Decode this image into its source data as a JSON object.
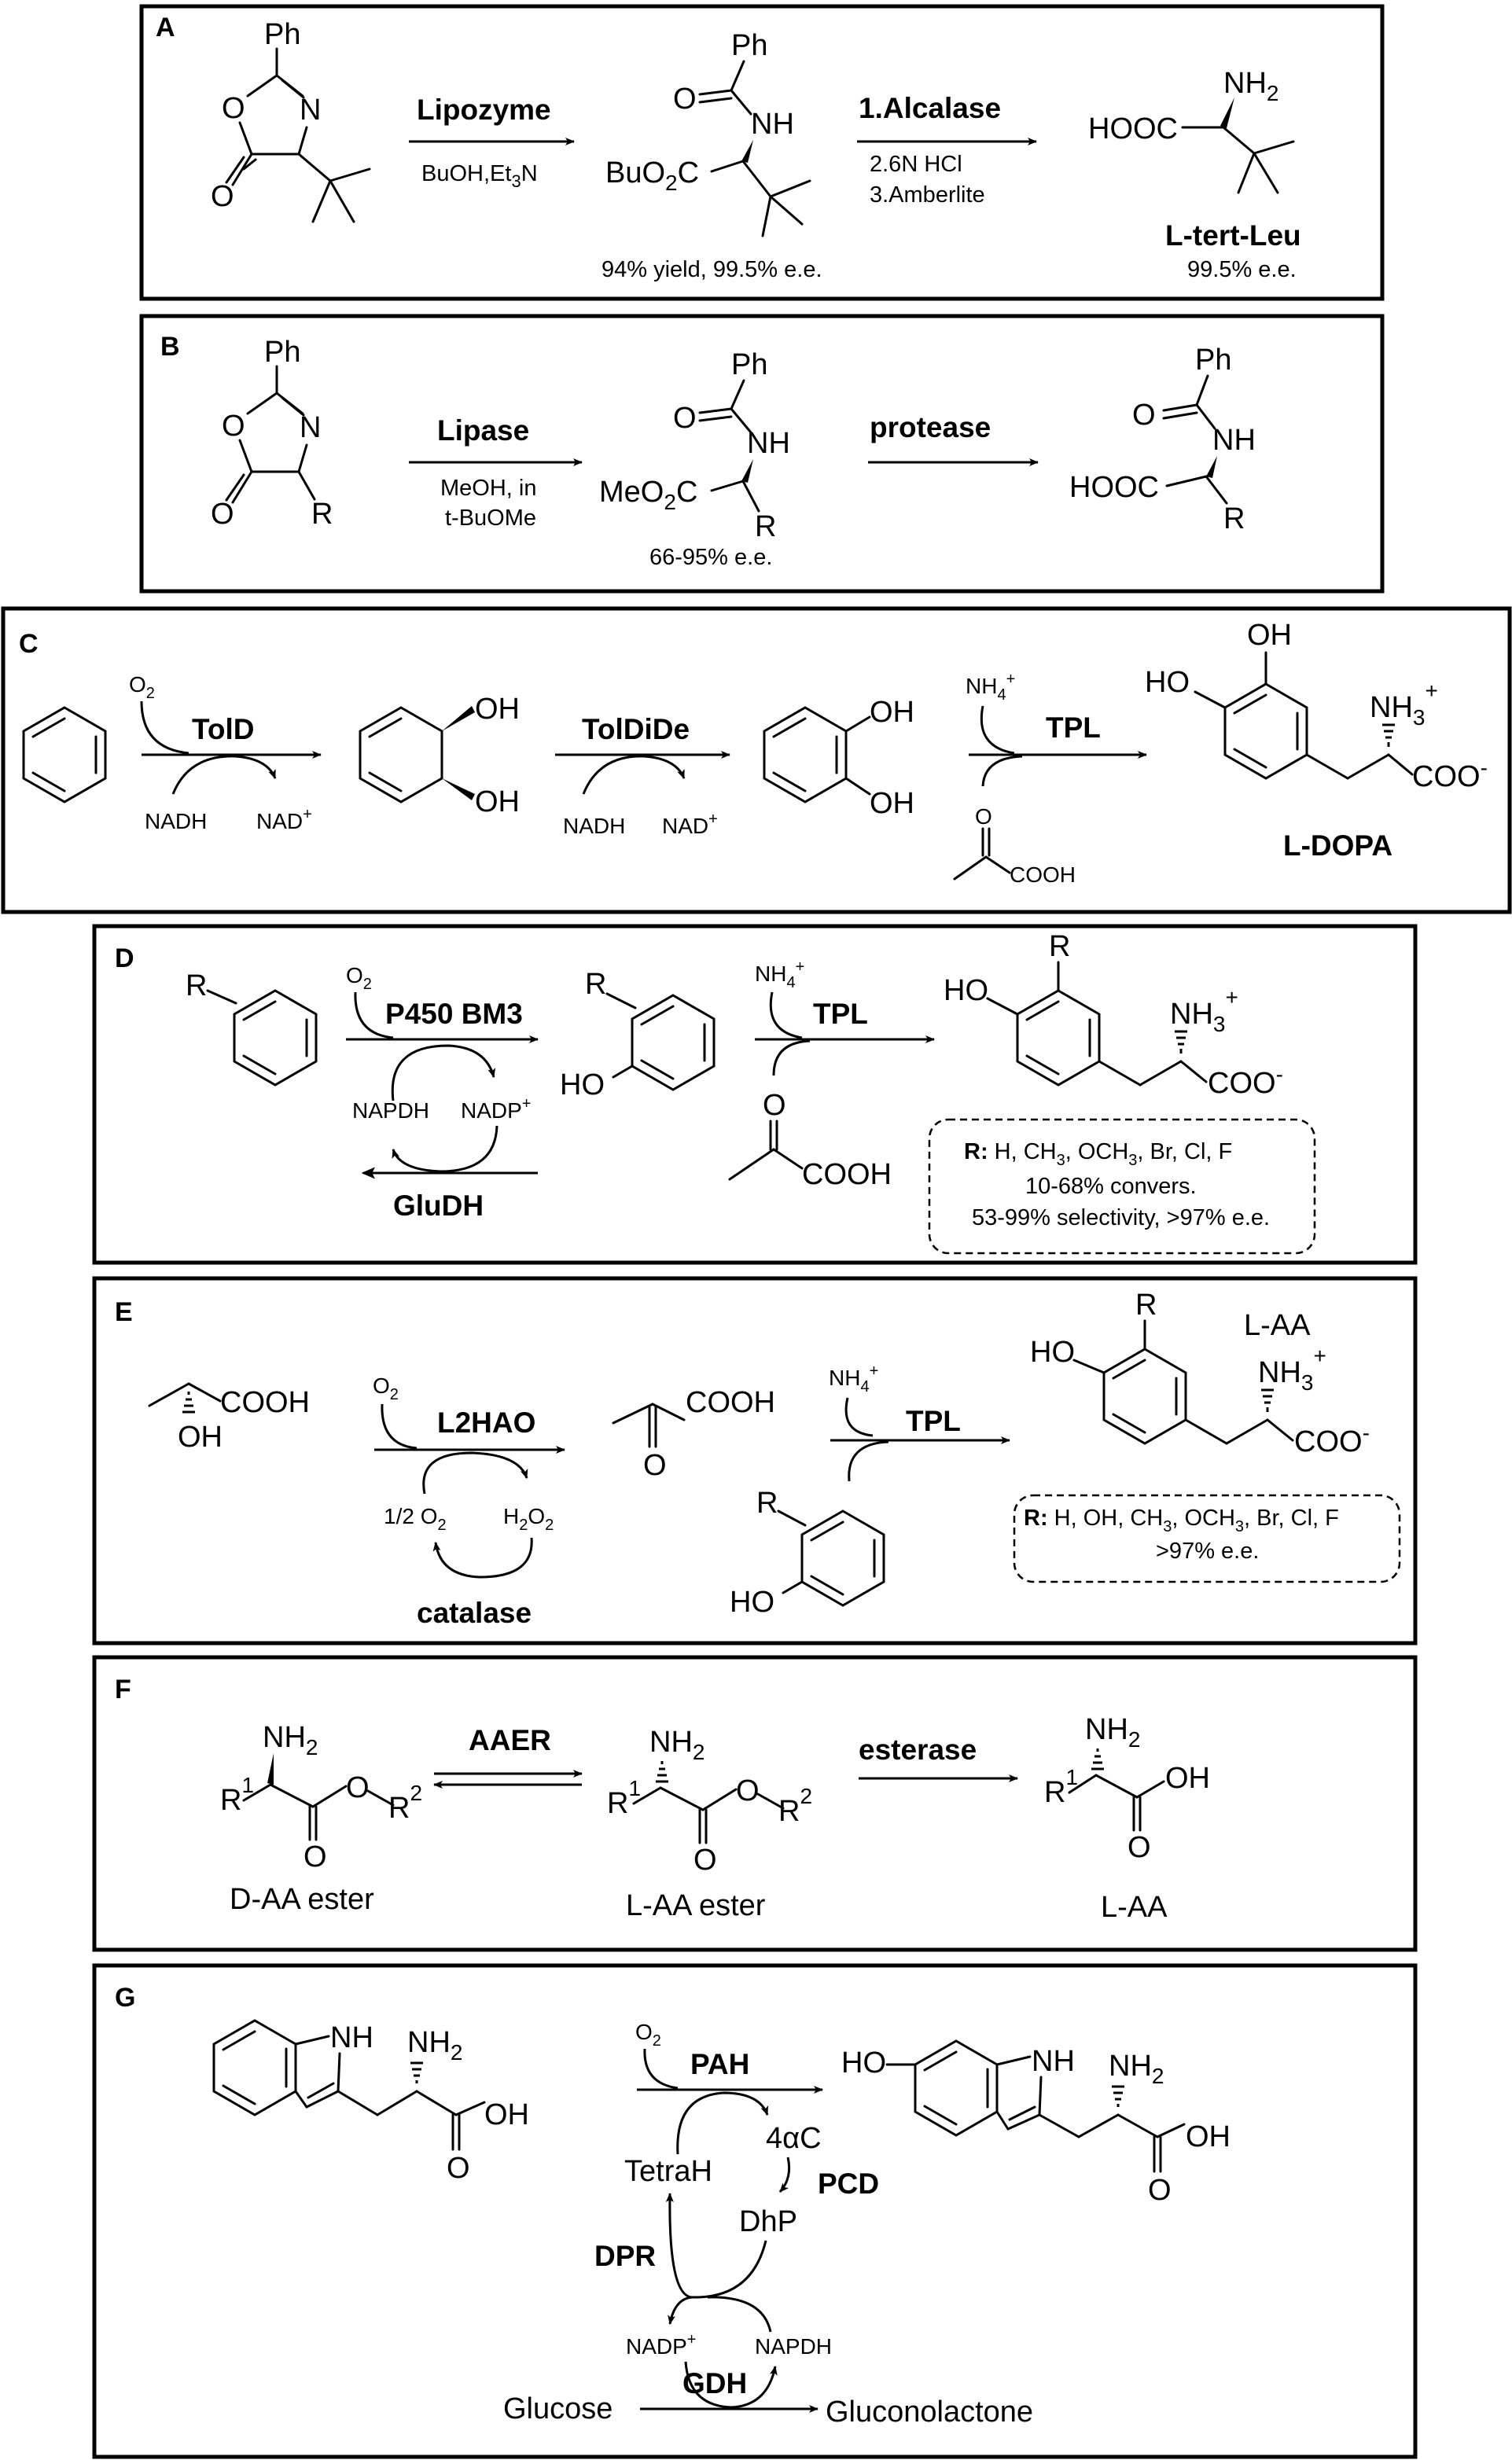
{
  "panels": {
    "A": {
      "label": "A",
      "enzyme1": "Lipozyme",
      "cond1": "BuOH,Et",
      "cond1_sub": "3",
      "cond1_end": "N",
      "sm_ph": "Ph",
      "int_ph": "Ph",
      "int_nh": "NH",
      "int_ester": "BuO",
      "int_ester_sub": "2",
      "int_ester_end": "C",
      "int_yield": "94% yield, 99.5% e.e.",
      "enzyme2": "1.Alcalase",
      "cond2a": "2.6N HCl",
      "cond2b": "3.Amberlite",
      "prod_nh2": "NH",
      "prod_acid": "HOOC",
      "prod_name": "L-tert-Leu",
      "prod_ee": "99.5% e.e."
    },
    "B": {
      "label": "B",
      "sm_ph": "Ph",
      "sm_r": "R",
      "enzyme1": "Lipase",
      "cond1a": "MeOH, in",
      "cond1b": "t-BuOMe",
      "int_ph": "Ph",
      "int_nh": "NH",
      "int_ester": "MeO",
      "int_ester_sub": "2",
      "int_ester_end": "C",
      "int_r": "R",
      "int_ee": "66-95% e.e.",
      "enzyme2": "protease",
      "prod_ph": "Ph",
      "prod_nh": "NH",
      "prod_acid": "HOOC",
      "prod_r": "R"
    },
    "C": {
      "label": "C",
      "o2": "O",
      "o2_sub": "2",
      "enzyme1": "TolD",
      "nadh1": "NADH",
      "nad1": "NAD",
      "oh_top": "OH",
      "oh_bot": "OH",
      "enzyme2": "TolDiDe",
      "nadh2": "NADH",
      "nad2": "NAD",
      "cat_oh1": "OH",
      "cat_oh2": "OH",
      "nh4": "NH",
      "nh4_sub": "4",
      "enzyme3": "TPL",
      "pyr_o": "O",
      "pyr_cooh": "COOH",
      "dopa_oh_top": "OH",
      "dopa_ho": "HO",
      "dopa_nh3": "NH",
      "dopa_nh3_sub": "3",
      "dopa_coo": "COO",
      "prod_name": "L-DOPA"
    },
    "D": {
      "label": "D",
      "sm_r": "R",
      "o2": "O",
      "o2_sub": "2",
      "enzyme1": "P450 BM3",
      "napdh": "NAPDH",
      "nadp": "NADP",
      "enzyme2": "GluDH",
      "phenol_r": "R",
      "phenol_ho": "HO",
      "nh4": "NH",
      "nh4_sub": "4",
      "enzyme3": "TPL",
      "pyr_o": "O",
      "pyr_cooh": "COOH",
      "prod_r": "R",
      "prod_ho": "HO",
      "prod_nh3": "NH",
      "prod_nh3_sub": "3",
      "prod_coo": "COO",
      "box_rlabel": "R:",
      "box_line1a": " H, CH",
      "box_line1b": ", OCH",
      "box_line1c": ", Br, Cl, F",
      "box_line1_sub": "3",
      "box_line2": "10-68%  convers.",
      "box_line3": "53-99% selectivity, >97% e.e."
    },
    "E": {
      "label": "E",
      "lac_cooh": "COOH",
      "lac_oh": "OH",
      "o2": "O",
      "o2_sub": "2",
      "enzyme1": "L2HAO",
      "half_o2": "1/2 O",
      "half_o2_sub": "2",
      "h2o2_a": "H",
      "h2o2_b": "O",
      "h2o2_sub": "2",
      "enzyme2": "catalase",
      "pyr_cooh": "COOH",
      "pyr_o": "O",
      "nh4": "NH",
      "nh4_sub": "4",
      "enzyme3": "TPL",
      "phenol_r": "R",
      "phenol_ho": "HO",
      "prod_name": "L-AA",
      "prod_r": "R",
      "prod_ho": "HO",
      "prod_nh3": "NH",
      "prod_nh3_sub": "3",
      "prod_coo": "COO",
      "box_rlabel": "R:",
      "box_line1a": " H, OH, CH",
      "box_line1b": ", OCH",
      "box_line1c": ", Br, Cl, F",
      "box_line1_sub": "3",
      "box_line2": ">97% e.e."
    },
    "F": {
      "label": "F",
      "d_nh2": "NH",
      "d_r1": "R",
      "d_o": "O",
      "d_r2": "R",
      "d_name": "D-AA ester",
      "enzyme1": "AAER",
      "l_nh2": "NH",
      "l_r1": "R",
      "l_o": "O",
      "l_r2": "R",
      "l_name": "L-AA ester",
      "enzyme2": "esterase",
      "p_nh2": "NH",
      "p_r1": "R",
      "p_oh": "OH",
      "p_name": "L-AA",
      "sub1": "1",
      "sub2": "2"
    },
    "G": {
      "label": "G",
      "trp_nh": "NH",
      "trp_nh2": "NH",
      "trp_oh": "OH",
      "o2": "O",
      "o2_sub": "2",
      "enzyme1": "PAH",
      "c4a": "4αC",
      "tetrah": "TetraH",
      "enzyme2": "PCD",
      "dhp": "DhP",
      "enzyme3": "DPR",
      "nadp": "NADP",
      "napdh": "NAPDH",
      "glucose": "Glucose",
      "enzyme4": "GDH",
      "gluconolactone": "Gluconolactone",
      "prod_ho": "HO",
      "prod_nh": "NH",
      "prod_nh2": "NH",
      "prod_oh": "OH"
    }
  },
  "common": {
    "sub2": "2",
    "plus": "+",
    "minus": "-"
  }
}
